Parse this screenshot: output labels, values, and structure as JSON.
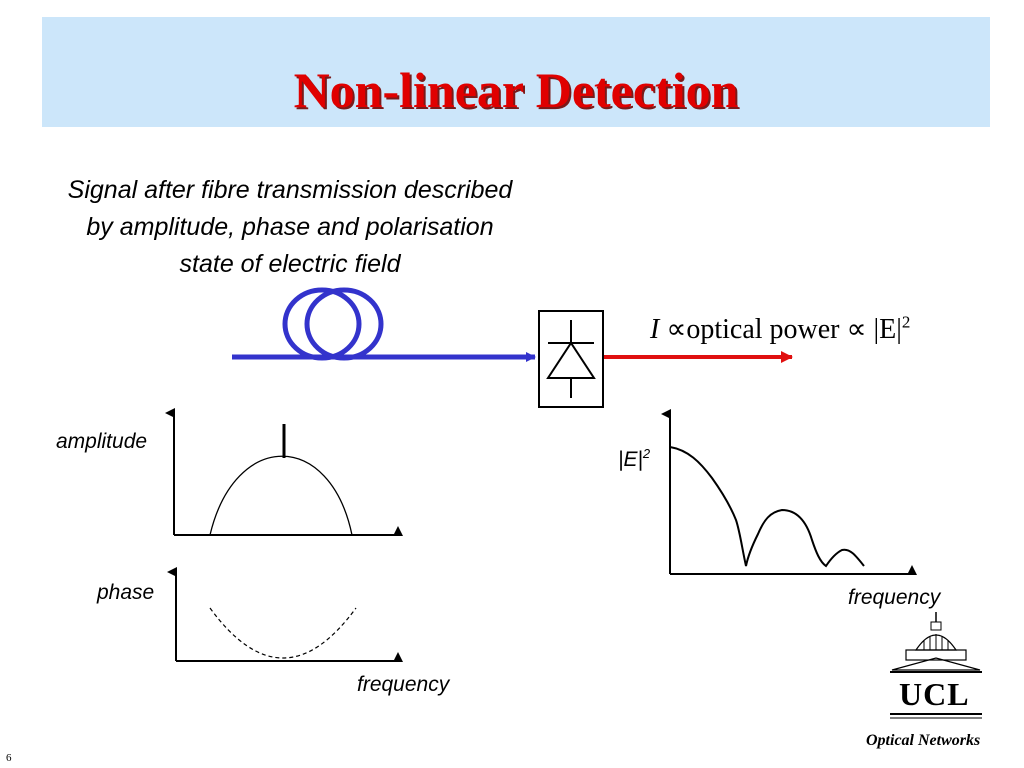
{
  "slide": {
    "title": "Non-linear Detection",
    "description": [
      "Signal after fibre transmission described",
      "by amplitude, phase and polarisation",
      "state of electric field"
    ],
    "formula": {
      "current": "I",
      "rel1": " ∝",
      "text": "optical power ∝ |E|",
      "exponent": "2"
    },
    "labels": {
      "amplitude": "amplitude",
      "phase": "phase",
      "frequency_left": "frequency",
      "e_squared": "|E|",
      "e_squared_exp": "2",
      "frequency_right": "frequency"
    },
    "footer": {
      "slide_number": "6",
      "brand": "Optical Networks",
      "logo_text": "UCL"
    }
  },
  "colors": {
    "title": "#e00000",
    "title_bar": "#cce6fa",
    "fibre": "#3333cc",
    "output": "#e01010"
  },
  "icons": {
    "fibre": "fibre-coil-icon",
    "detector": "photodiode-icon",
    "logo": "ucl-dome-logo"
  }
}
